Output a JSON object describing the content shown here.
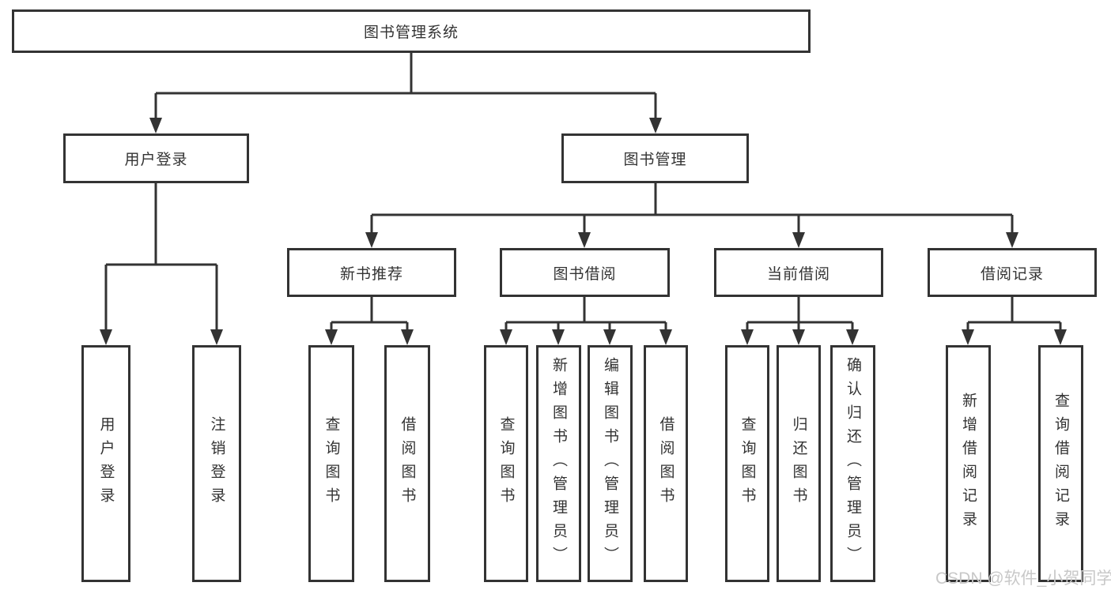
{
  "diagram": {
    "root": {
      "label": "图书管理系统"
    },
    "level2": [
      {
        "label": "用户登录"
      },
      {
        "label": "图书管理"
      }
    ],
    "level3": [
      {
        "label": "新书推荐"
      },
      {
        "label": "图书借阅"
      },
      {
        "label": "当前借阅"
      },
      {
        "label": "借阅记录"
      }
    ],
    "leaves": [
      {
        "label": "用户登录"
      },
      {
        "label": "注销登录"
      },
      {
        "label": "查询图书"
      },
      {
        "label": "借阅图书"
      },
      {
        "label": "查询图书"
      },
      {
        "label": "新增图书（管理员）"
      },
      {
        "label": "编辑图书（管理员）"
      },
      {
        "label": "借阅图书"
      },
      {
        "label": "查询图书"
      },
      {
        "label": "归还图书"
      },
      {
        "label": "确认归还（管理员）"
      },
      {
        "label": "新增借阅记录"
      },
      {
        "label": "查询借阅记录"
      }
    ]
  },
  "watermark": {
    "text": "CSDN @软件_小贺同学"
  },
  "colors": {
    "line": "#333333",
    "box_border": "#333333",
    "text": "#333333",
    "watermark_text": "#c8c8c8",
    "background": "#ffffff"
  }
}
